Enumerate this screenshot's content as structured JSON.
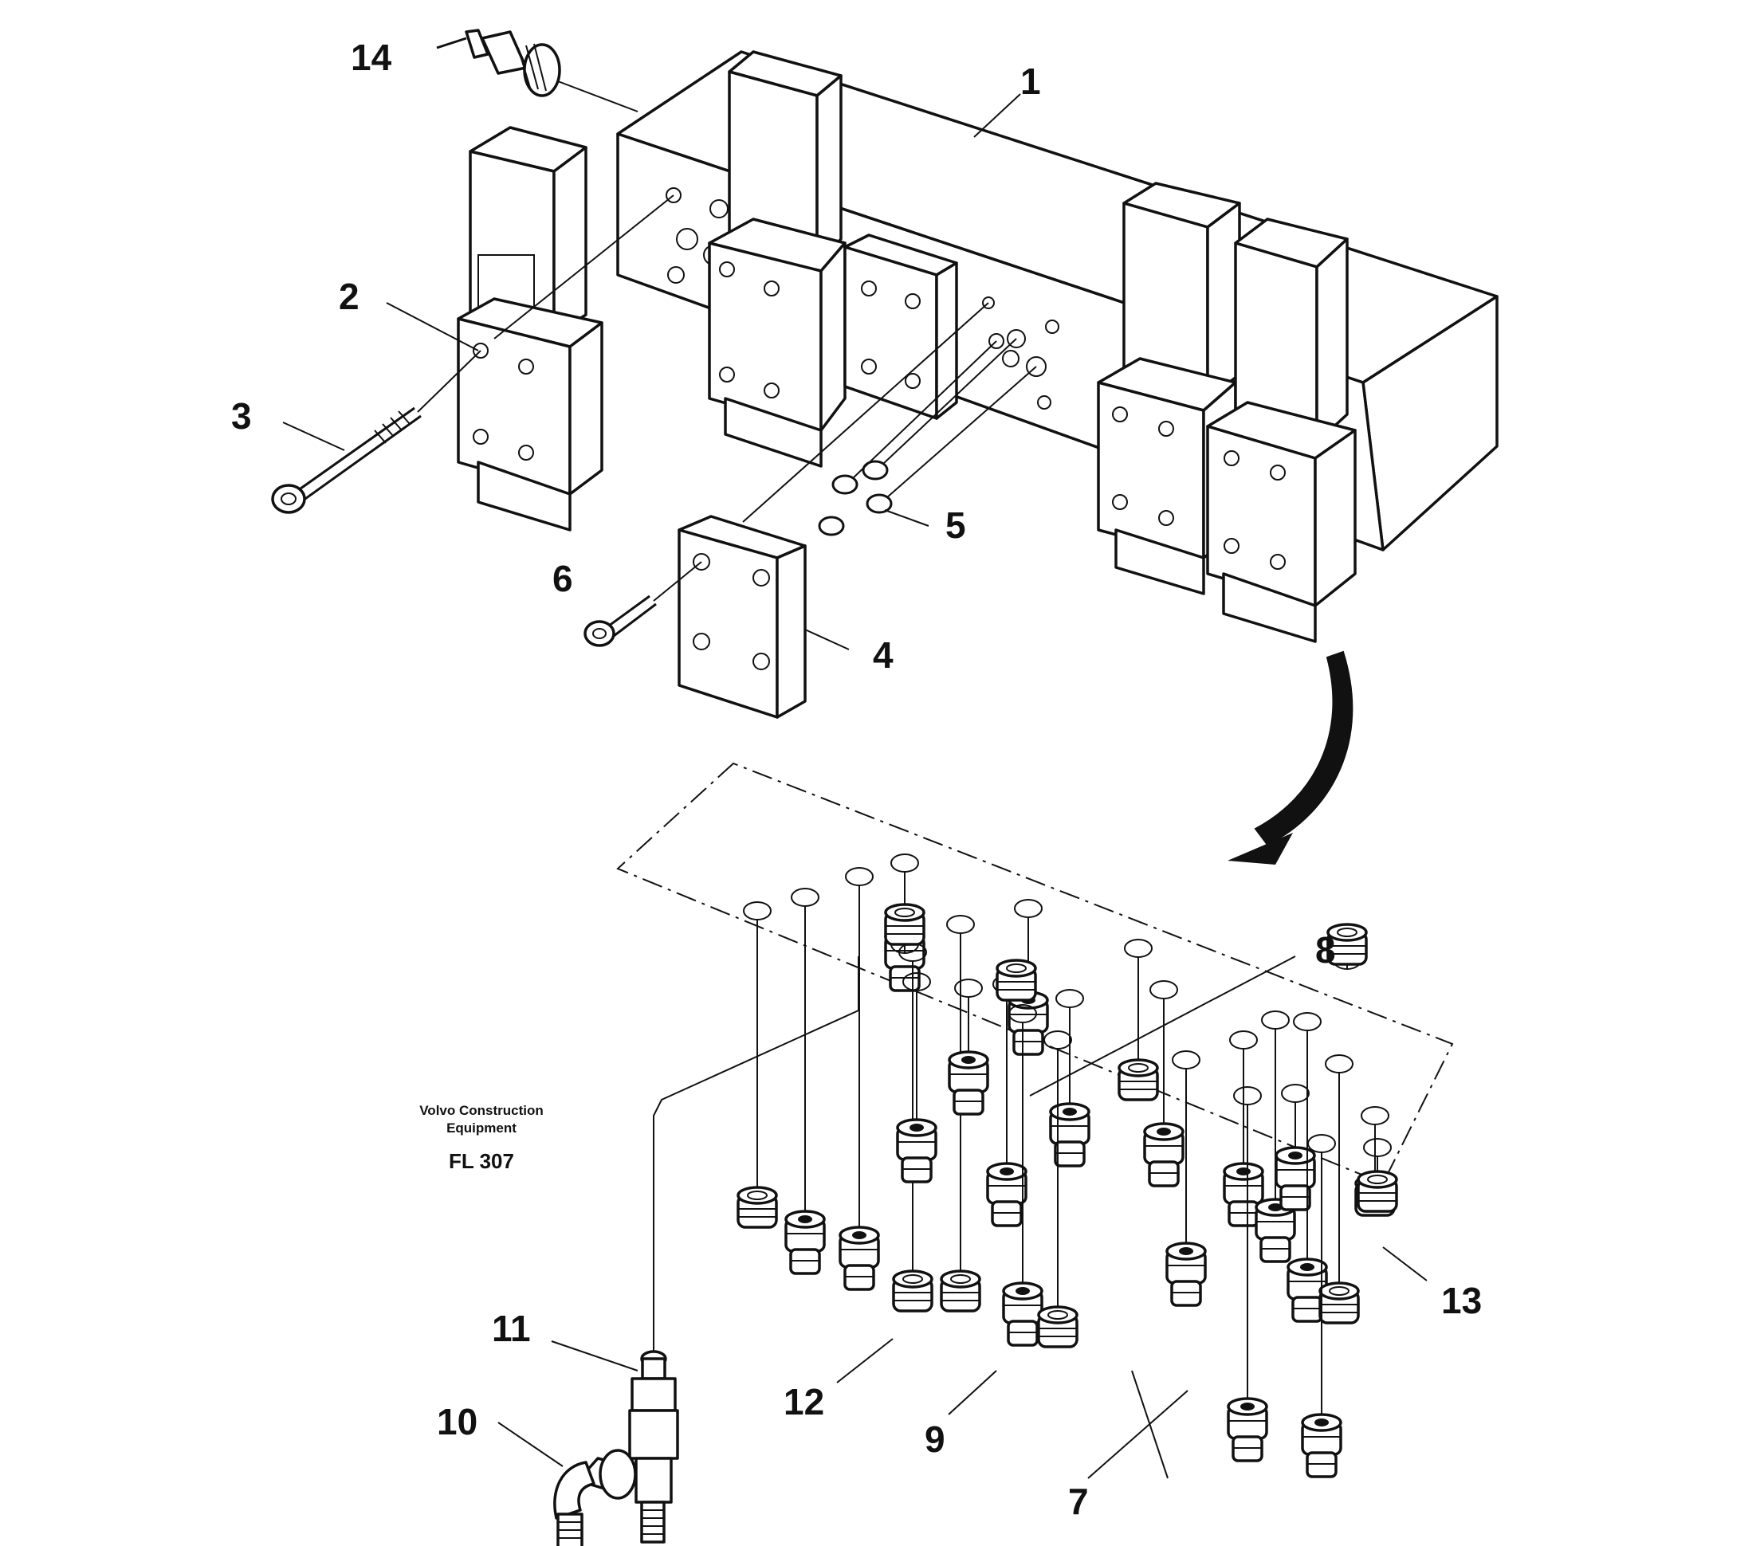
{
  "callouts": [
    "1",
    "2",
    "3",
    "4",
    "5",
    "6",
    "7",
    "8",
    "9",
    "10",
    "11",
    "12",
    "13",
    "14"
  ],
  "brand": {
    "line1": "Volvo Construction",
    "line2": "Equipment"
  },
  "figure_code": "FL 307"
}
